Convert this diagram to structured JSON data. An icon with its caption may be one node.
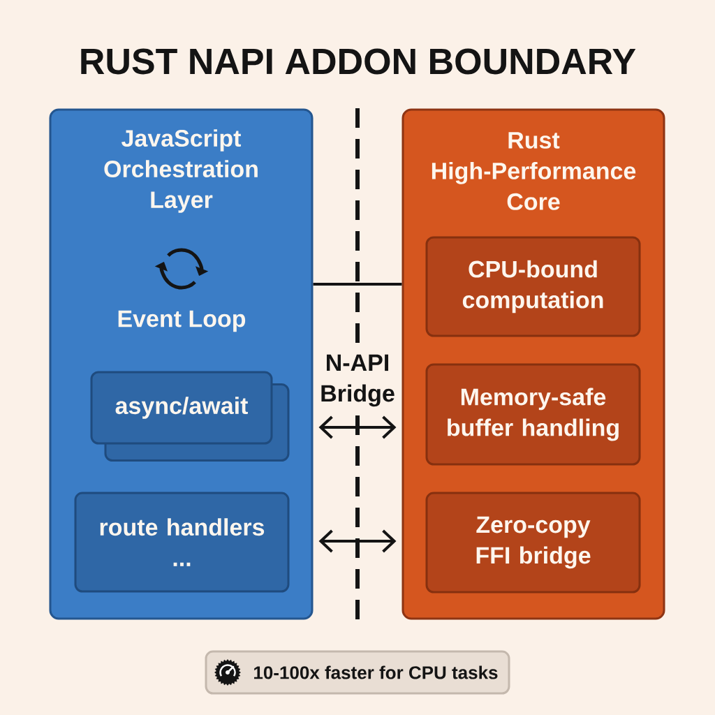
{
  "diagram": {
    "title": "RUST NAPI ADDON BOUNDARY",
    "nodes": [
      {
        "text": [
          "JavaScript Orchestration Layer"
        ]
      },
      {
        "text": [
          "async/await"
        ],
        "in": 0
      },
      {
        "text": [
          "route handlers ..."
        ],
        "in": 0
      },
      {
        "text": [
          "Rust High-Performance Core"
        ]
      },
      {
        "text": [
          "CPU-bound computation"
        ],
        "in": 3
      },
      {
        "text": [
          "Memory-safe buffer handling"
        ],
        "in": 3
      },
      {
        "text": [
          "Zero-copy FFI bridge"
        ],
        "in": 3
      },
      {
        "text": [
          "10-100x faster for CPU tasks"
        ]
      }
    ],
    "edges": [
      {
        "from": 0,
        "to": 3,
        "arrow": "none"
      },
      {
        "from": 0,
        "to": 3,
        "arrow": "both"
      },
      {
        "from": 0,
        "to": 3,
        "arrow": "both"
      }
    ],
    "labels": [
      "Event Loop",
      "N-API Bridge"
    ]
  }
}
